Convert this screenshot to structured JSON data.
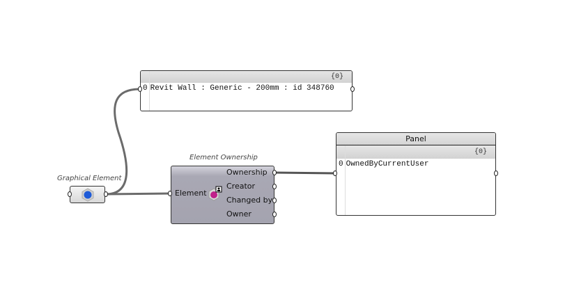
{
  "panel1": {
    "path": "{0}",
    "index": "0",
    "value": "Revit Wall : Generic - 200mm : id 348760"
  },
  "panel2": {
    "title": "Panel",
    "path": "{0}",
    "index": "0",
    "value": "OwnedByCurrentUser"
  },
  "graphical_element": {
    "label": "Graphical Element"
  },
  "component": {
    "title": "Element Ownership",
    "input": "Element",
    "outputs": [
      "Ownership",
      "Creator",
      "Changed by",
      "Owner"
    ]
  },
  "colors": {
    "wire": "#6b6b6b",
    "component": "#a9a8b4",
    "icon_blue": "#1e5bd8",
    "icon_magenta": "#c0208a"
  }
}
